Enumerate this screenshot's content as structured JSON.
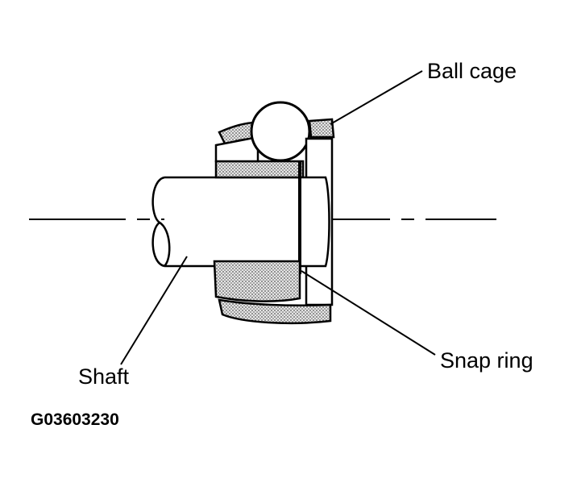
{
  "diagram": {
    "labels": {
      "ball_cage": "Ball cage",
      "snap_ring": "Snap ring",
      "shaft": "Shaft"
    },
    "figure_id": "G03603230",
    "colors": {
      "line": "#000000",
      "hatch_fill": "#c8c8c8",
      "background": "#ffffff"
    }
  }
}
